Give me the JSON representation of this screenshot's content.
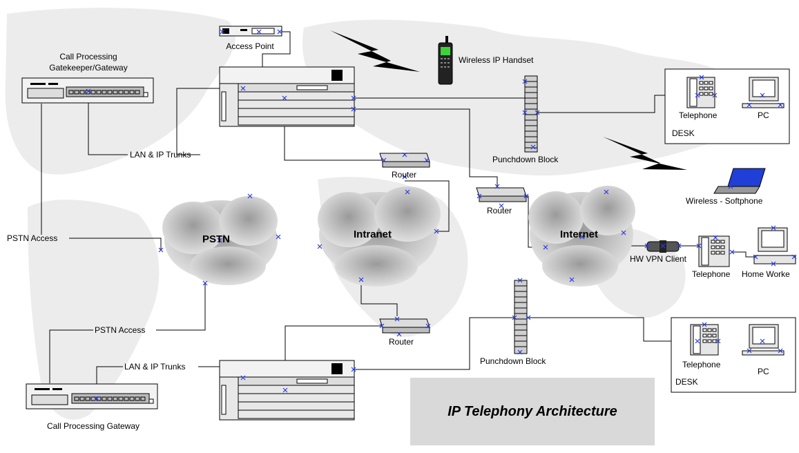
{
  "title": "IP Telephony Architecture",
  "clouds": {
    "pstn": "PSTN",
    "intranet": "Intranet",
    "internet": "Internet"
  },
  "labels": {
    "call_processing_top": "Call Processing\nGatekeeper/Gateway",
    "call_processing_bottom": "Call Processing Gateway",
    "access_point": "Access Point",
    "wireless_handset": "Wireless IP Handset",
    "lan_trunks_top": "LAN & IP Trunks",
    "lan_trunks_bottom": "LAN & IP Trunks",
    "pstn_access_left": "PSTN Access",
    "pstn_access_bottom": "PSTN Access",
    "router_top": "Router",
    "router_mid": "Router",
    "router_bottom": "Router",
    "punchdown_top": "Punchdown Block",
    "punchdown_bottom": "Punchdown Block",
    "wireless_softphone": "Wireless - Softphone",
    "hw_vpn_client": "HW VPN Client",
    "telephone_home": "Telephone",
    "home_worker": "Home Worke"
  },
  "desk_top": {
    "telephone": "Telephone",
    "pc": "PC",
    "desk": "DESK"
  },
  "desk_bottom": {
    "telephone": "Telephone",
    "pc": "PC",
    "desk": "DESK"
  },
  "colors": {
    "background": "#ffffff",
    "map": "#ebebeb",
    "cloud": "#bdbdbd",
    "title_box": "#d9d9d9",
    "laptop_screen": "#1f3fd6",
    "handset_screen": "#39d439",
    "connector_x": "#2b3be0"
  }
}
